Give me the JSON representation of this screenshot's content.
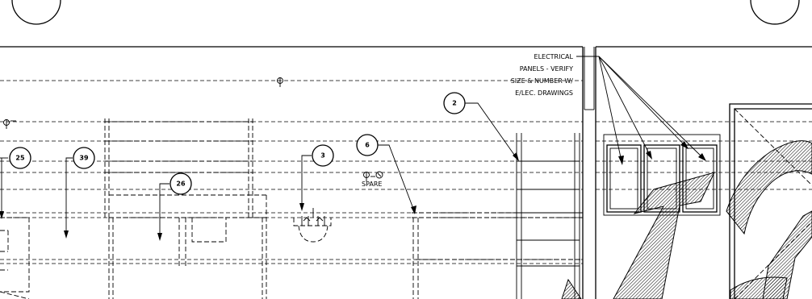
{
  "callouts": {
    "c2": "2",
    "c3": "3",
    "c6": "6",
    "c25": "25",
    "c26": "26",
    "c39": "39"
  },
  "notes": {
    "electrical_panels": [
      "ELECTRICAL",
      "PANELS - VERIFY",
      "SIZE & NUMBER W/",
      "E/LEC. DRAWINGS"
    ],
    "spare": "SPARE"
  },
  "colors": {
    "line": "#000000",
    "background": "#ffffff"
  }
}
